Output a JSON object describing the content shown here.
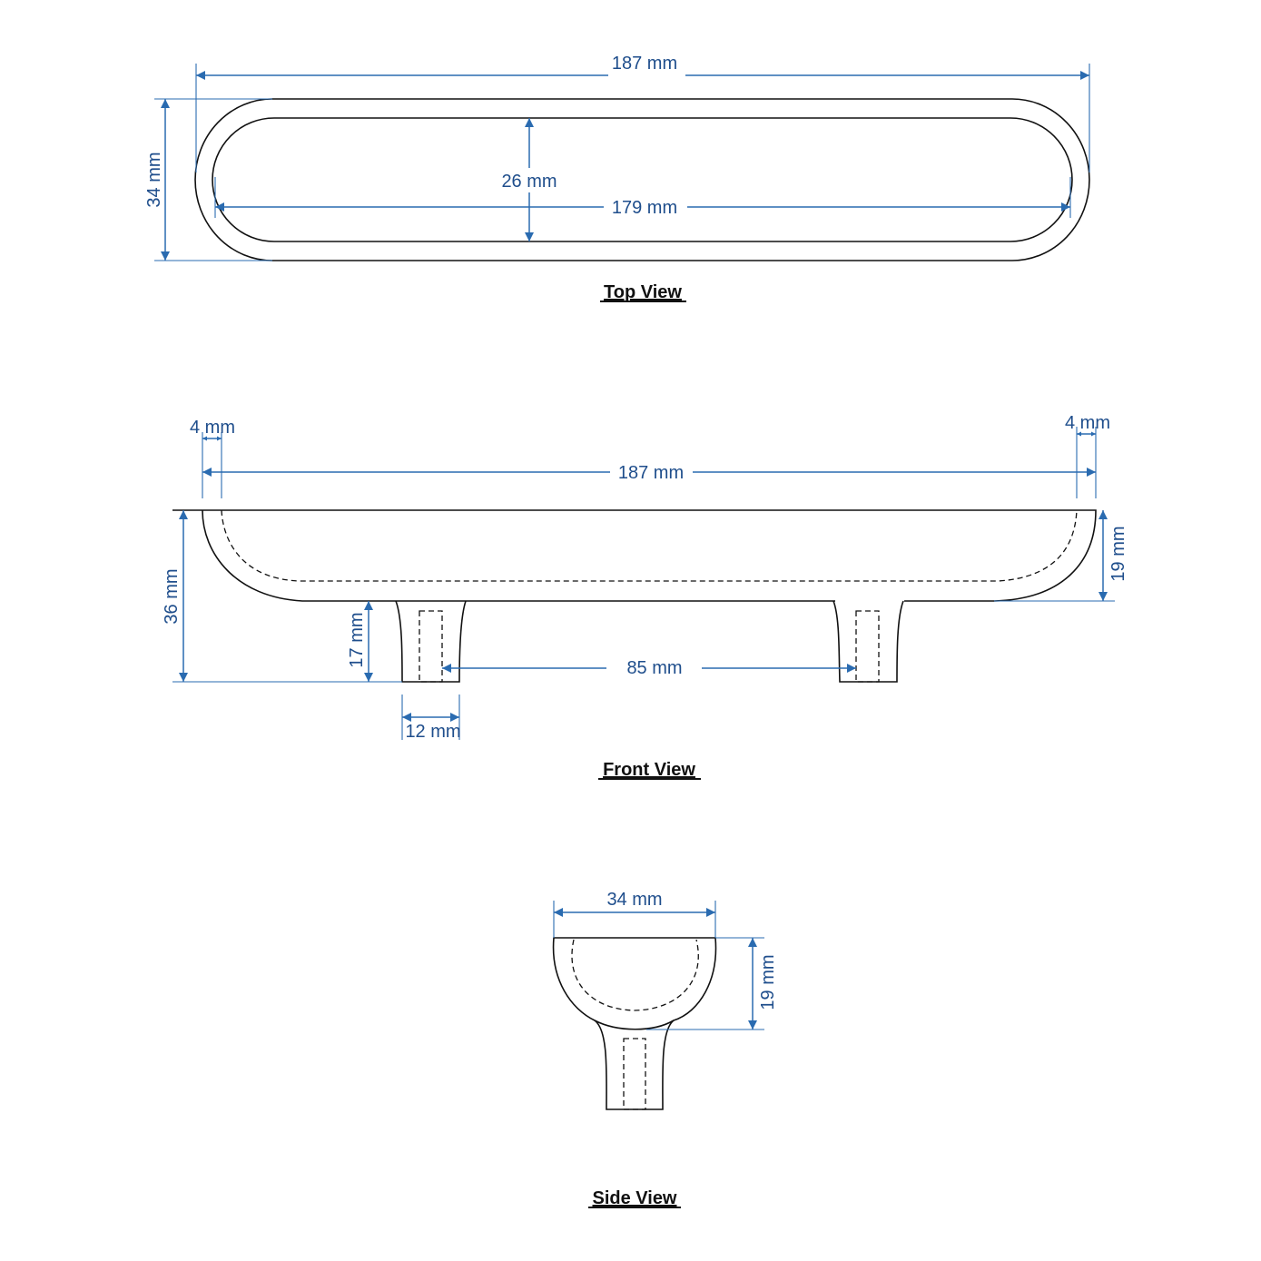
{
  "views": {
    "top": {
      "title": "Top View",
      "dims": {
        "overall_length": "187 mm",
        "overall_width": "34 mm",
        "inner_width": "26 mm",
        "inner_length": "179 mm"
      }
    },
    "front": {
      "title": "Front View",
      "dims": {
        "wall_left": "4 mm",
        "wall_right": "4 mm",
        "overall_length": "187 mm",
        "overall_height": "36 mm",
        "bowl_depth": "19 mm",
        "leg_height": "17 mm",
        "hole_spacing": "85 mm",
        "leg_width": "12 mm"
      }
    },
    "side": {
      "title": "Side View",
      "dims": {
        "width": "34 mm",
        "bowl_depth": "19 mm"
      }
    }
  },
  "colors": {
    "dimension": "#1f4e8c",
    "outline": "#111111",
    "background": "#ffffff"
  }
}
